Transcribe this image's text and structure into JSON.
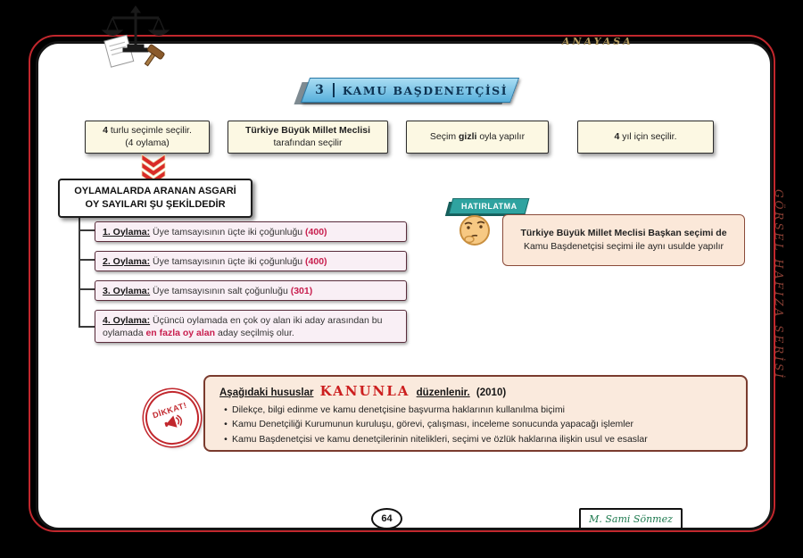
{
  "page": {
    "corner_label": "ANAYASA",
    "side_label": "GÖRSEL HAFIZA SERİSİ",
    "page_number": "64",
    "author": "M. Sami Sönmez",
    "bullet_glyph": "•"
  },
  "title": {
    "number": "3",
    "label": "KAMU BAŞDENETÇİSİ"
  },
  "facts": [
    {
      "bold": "4",
      "post": " turlu seçimle seçilir.",
      "line2": "(4 oylama)"
    },
    {
      "bold_line": "Türkiye Büyük Millet Meclisi",
      "line2": "tarafından seçilir"
    },
    {
      "pre": "Seçim ",
      "bold": "gizli",
      "post": " oyla yapılır"
    },
    {
      "bold": "4",
      "post": " yıl için seçilir."
    }
  ],
  "votes": {
    "heading_line1": "OYLAMALARDA ARANAN ASGARİ",
    "heading_line2": "OY SAYILARI ŞU ŞEKİLDEDİR",
    "items": [
      {
        "label": "1. Oylama:",
        "text": " Üye tamsayısının üçte iki çoğunluğu ",
        "red": "(400)",
        "tail": ""
      },
      {
        "label": "2. Oylama:",
        "text": " Üye tamsayısının üçte iki çoğunluğu ",
        "red": "(400)",
        "tail": ""
      },
      {
        "label": "3. Oylama:",
        "text": " Üye tamsayısının salt çoğunluğu ",
        "red": "(301)",
        "tail": ""
      },
      {
        "label": "4. Oylama:",
        "text": " Üçüncü oylamada en çok oy alan iki aday arasından bu oylamada ",
        "red": "en fazla oy alan",
        "tail": " aday seçilmiş olur."
      }
    ]
  },
  "reminder": {
    "badge": "HATIRLATMA",
    "bold": "Türkiye Büyük Millet Meclisi Başkan seçimi de",
    "rest": " Kamu Başdenetçisi seçimi ile aynı usulde yapılır"
  },
  "warning": {
    "stamp": "DİKKAT!",
    "heading_pre": "Aşağıdaki hususlar",
    "heading_highlight": "KANUNLA",
    "heading_post": "düzenlenir.",
    "heading_year": "(2010)",
    "bullets": [
      "Dilekçe, bilgi edinme ve kamu denetçisine başvurma haklarının kullanılma biçimi",
      "Kamu Denetçiliği Kurumunun kuruluşu, görevi, çalışması, inceleme sonucunda yapacağı işlemler",
      "Kamu Başdenetçisi ve kamu denetçilerinin nitelikleri, seçimi ve özlük haklarına ilişkin usul ve esaslar"
    ]
  },
  "colors": {
    "accent_red": "#c1272d",
    "banner_blue": "#58b0dc",
    "badge_teal": "#2fa3a0",
    "cream_box": "#fcf8e3",
    "pink_box": "#f9eff5",
    "peach_box": "#fbe8d9",
    "vote_red": "#c81e4e"
  }
}
